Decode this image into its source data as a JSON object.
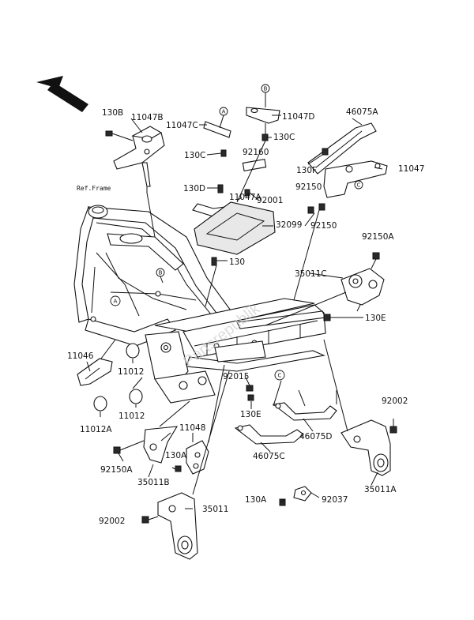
{
  "diagram": {
    "reference_label": "Ref.Frame",
    "watermark": "Partsrepublik",
    "callouts": {
      "a": "A",
      "b": "B",
      "c": "C"
    },
    "part_labels": {
      "130b": "130B",
      "11047b": "11047B",
      "11047c": "11047C",
      "130c_left": "130C",
      "11047d": "11047D",
      "130c_right": "130C",
      "46075a": "46075A",
      "92160": "92160",
      "130f": "130F",
      "11047": "11047",
      "130d": "130D",
      "11047a": "11047A",
      "92150_upper": "92150",
      "92001": "92001",
      "32099": "32099",
      "92150_lower": "92150",
      "130_mid": "130",
      "92150a_right": "92150A",
      "35011c": "35011C",
      "130e_right": "130E",
      "11046": "11046",
      "11012_upper": "11012",
      "92015": "92015",
      "11012_lower": "11012",
      "130e_lower": "130E",
      "11012a": "11012A",
      "46075d": "46075D",
      "92002_right": "92002",
      "11048": "11048",
      "46075c": "46075C",
      "92150a_left": "92150A",
      "130a_mid": "130A",
      "35011b": "35011B",
      "35011a": "35011A",
      "35011": "35011",
      "130a_low": "130A",
      "92037": "92037",
      "92002_left": "92002"
    }
  }
}
